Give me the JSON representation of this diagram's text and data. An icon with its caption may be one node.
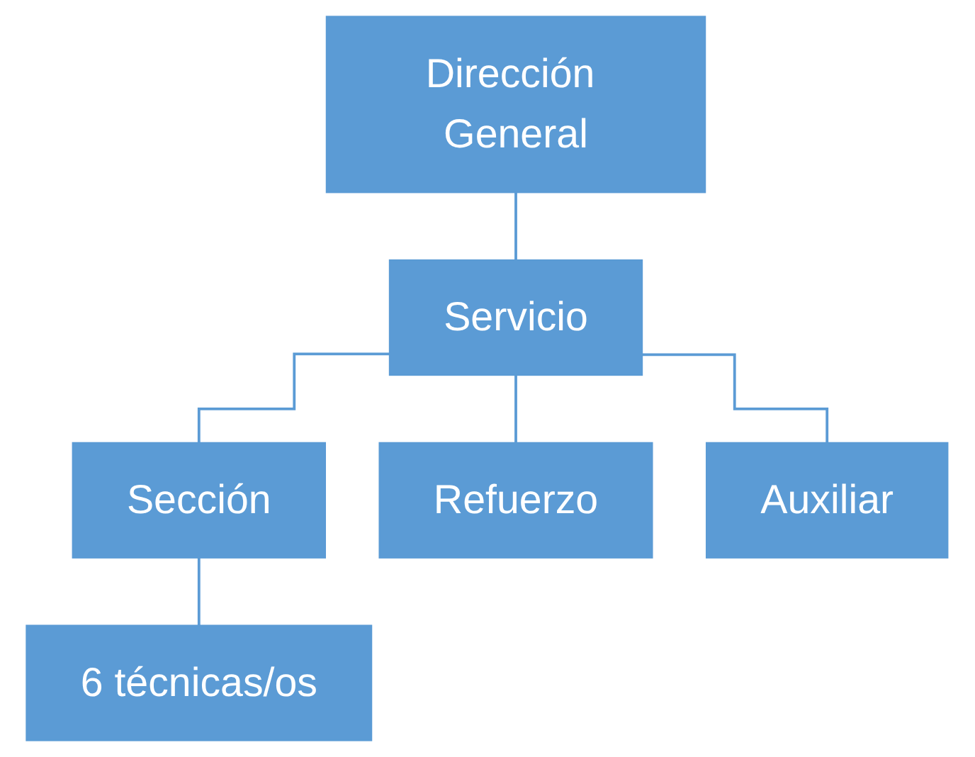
{
  "diagram": {
    "nodes": [
      {
        "text": [
          "Dirección General"
        ]
      },
      {
        "text": [
          "Servicio"
        ]
      },
      {
        "text": [
          "Sección"
        ]
      },
      {
        "text": [
          "Refuerzo"
        ]
      },
      {
        "text": [
          "Auxiliar"
        ]
      },
      {
        "text": [
          "6 técnicas/os"
        ]
      }
    ],
    "edges": [
      {
        "from": 0,
        "to": 1,
        "arrow": "none"
      },
      {
        "from": 1,
        "to": 2,
        "arrow": "none"
      },
      {
        "from": 1,
        "to": 3,
        "arrow": "none"
      },
      {
        "from": 1,
        "to": 4,
        "arrow": "none"
      },
      {
        "from": 2,
        "to": 5,
        "arrow": "none"
      }
    ]
  }
}
